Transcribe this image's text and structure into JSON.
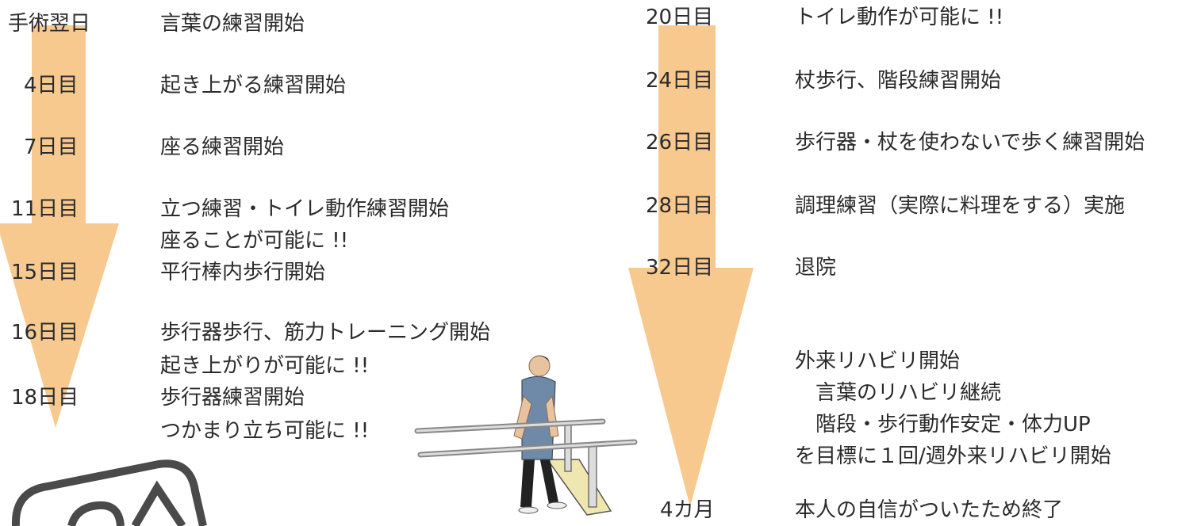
{
  "colors": {
    "arrow_fill": "#f7c98f",
    "text": "#2b2b2b",
    "bubble_stroke": "#4a4a4a"
  },
  "left": {
    "rows": [
      {
        "day": "手術翌日",
        "text": [
          "言葉の練習開始"
        ]
      },
      {
        "day": "4日目",
        "text": [
          "起き上がる練習開始"
        ]
      },
      {
        "day": "7日目",
        "text": [
          "座る練習開始"
        ]
      },
      {
        "day": "11日目",
        "text": [
          "立つ練習・トイレ動作練習開始",
          "座ることが可能に !!"
        ]
      },
      {
        "day": "15日目",
        "text": [
          "平行棒内歩行開始"
        ]
      },
      {
        "day": "16日目",
        "text": [
          "歩行器歩行、筋力トレーニング開始",
          "起き上がりが可能に !!"
        ]
      },
      {
        "day": "18日目",
        "text": [
          "歩行器練習開始",
          "つかまり立ち可能に !!"
        ]
      }
    ]
  },
  "right": {
    "rows": [
      {
        "day": "20日目",
        "text": [
          "トイレ動作が可能に !!"
        ]
      },
      {
        "day": "24日目",
        "text": [
          "杖歩行、階段練習開始"
        ]
      },
      {
        "day": "26日目",
        "text": [
          "歩行器・杖を使わないで歩く練習開始"
        ]
      },
      {
        "day": "28日目",
        "text": [
          "調理練習（実際に料理をする）実施"
        ]
      },
      {
        "day": "32日目",
        "text": [
          "退院"
        ]
      },
      {
        "day": "",
        "text": [
          "外来リハビリ開始",
          "　言葉のリハビリ継続",
          "　階段・歩行動作安定・体力UP",
          "を目標に１回/週外来リハビリ開始"
        ]
      },
      {
        "day": "4カ月",
        "text": [
          "本人の自信がついたため終了"
        ]
      }
    ]
  }
}
